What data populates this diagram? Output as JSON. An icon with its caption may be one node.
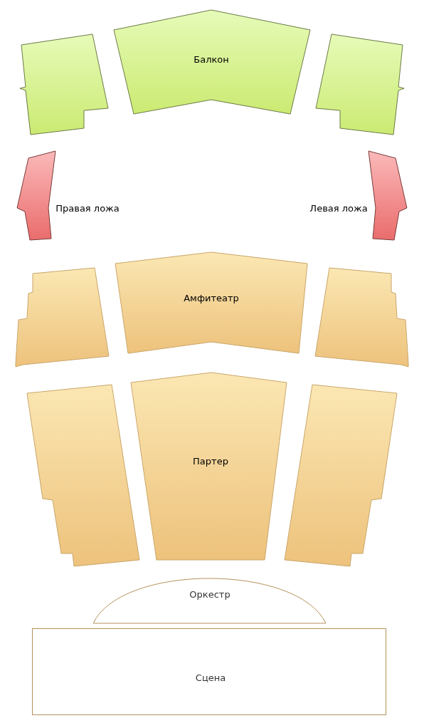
{
  "diagram": {
    "nodes": [
      {
        "text": [],
        "shape": "box"
      },
      {
        "text": [
          "Балкон"
        ]
      },
      {
        "text": [],
        "shape": "box"
      },
      {
        "text": [],
        "shape": "box",
        "beside": [
          "Правая ложа"
        ]
      },
      {
        "text": [],
        "shape": "box",
        "beside": [
          "Левая ложа"
        ]
      },
      {
        "text": [],
        "shape": "box"
      },
      {
        "text": [
          "Амфитеатр"
        ]
      },
      {
        "text": [],
        "shape": "box"
      },
      {
        "text": [],
        "shape": "box"
      },
      {
        "text": [
          "Партер"
        ]
      },
      {
        "text": [],
        "shape": "box"
      },
      {
        "text": [
          "Оркестр"
        ]
      },
      {
        "text": [
          "Сцена"
        ]
      }
    ]
  }
}
